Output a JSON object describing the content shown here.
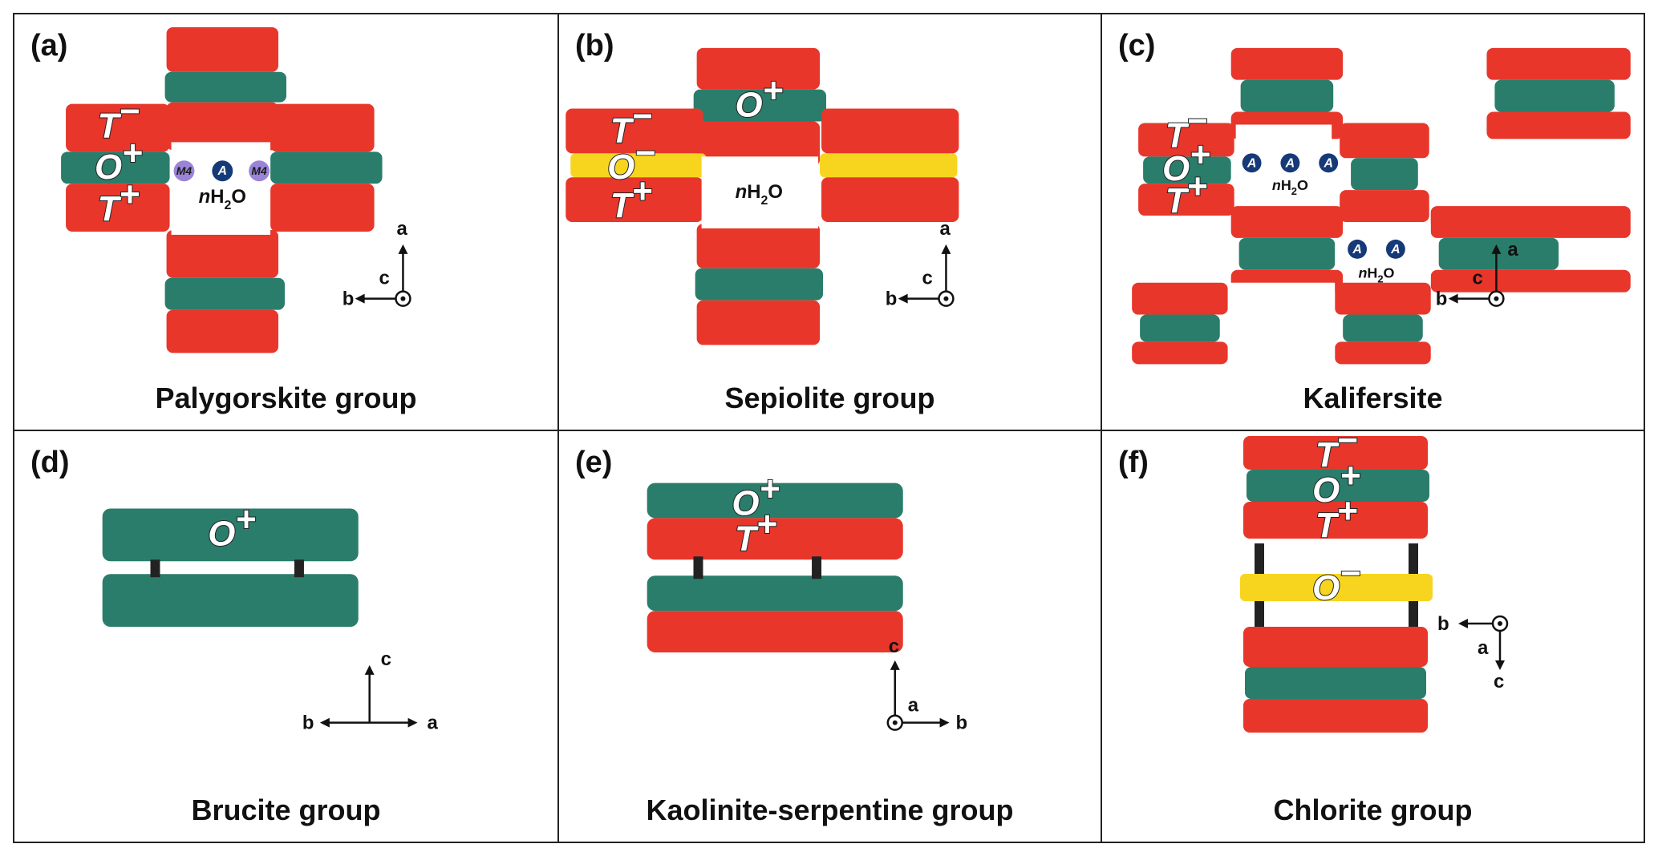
{
  "panels": [
    {
      "label": "(a)",
      "caption": "Palygorskite group"
    },
    {
      "label": "(b)",
      "caption": "Sepiolite group"
    },
    {
      "label": "(c)",
      "caption": "Kalifersite"
    },
    {
      "label": "(d)",
      "caption": "Brucite group"
    },
    {
      "label": "(e)",
      "caption": "Kaolinite-serpentine group"
    },
    {
      "label": "(f)",
      "caption": "Chlorite group"
    }
  ],
  "layer_labels": {
    "T": "T",
    "O": "O",
    "plus": "+",
    "minus": "−"
  },
  "sites": {
    "M4": "M4",
    "A": "A"
  },
  "water": {
    "n": "n",
    "h": "H",
    "two": "2",
    "o": "O"
  },
  "axes": {
    "a": "a",
    "b": "b",
    "c": "c"
  },
  "colors": {
    "tetrahedral": "#e8362b",
    "octahedral": "#2a7d6b",
    "octahedral_brucite_like": "#f7d51f",
    "site_A": "#163a78",
    "site_M4": "#9b84d8",
    "pillar": "#222222"
  }
}
